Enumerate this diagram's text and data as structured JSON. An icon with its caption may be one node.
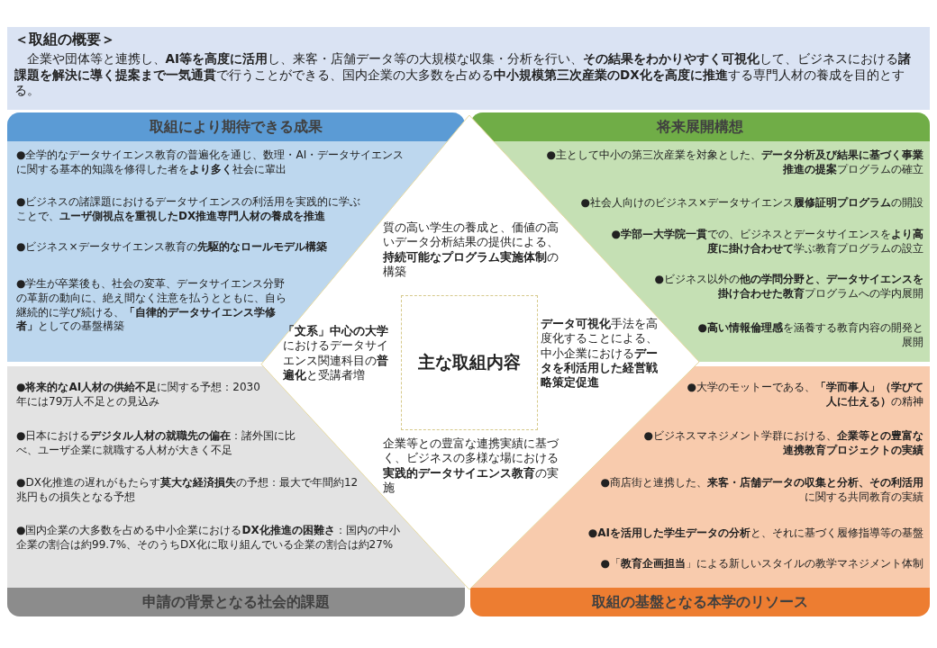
{
  "diagram": {
    "nodes": [
      {
        "text": [
          "＜取組の概要＞",
          "企業や団体等と連携し、**AI等を高度に活用**し、来客・店舗データ等の大規模な収集・分析を行い、**その結果をわかりやすく可視化**して、ビジネスにおける**諸課題を解決に導く提案まで一気通貫**で行うことができる、国内企業の大多数を占める**中小規模第三次産業のDX化を高度に推進**する専門人材の養成を目的とする。"
        ]
      },
      {
        "text": [
          "取組により期待できる成果",
          "●全学的なデータサイエンス教育の普遍化を通じ、数理・AI・データサイエンスに関する基本的知識を修得した者を**より多く**社会に輩出",
          "●ビジネスの諸課題におけるデータサイエンスの利活用を実践的に学ぶことで、**ユーザ側視点を重視したDX推進専門人材の養成を推進**",
          "●ビジネス×データサイエンス教育の**先駆的なロールモデル構築**",
          "●学生が卒業後も、社会の変革、データサイエンス分野の革新の動向に、絶え間なく注意を払うとともに、自ら継続的に学び続ける、**「自律的データサイエンス学修者」**としての基盤構築"
        ]
      },
      {
        "text": [
          "将来展開構想",
          "●主として中小の第三次産業を対象とした、**データ分析及び結果に基づく事業推進の提案**プログラムの確立",
          "●社会人向けのビジネス×データサイエンス**履修証明プログラム**の開設",
          "●**学部—大学院一貫**での、ビジネスとデータサイエンスを**より高度に掛け合わせて**学ぶ教育プログラムの設立",
          "●ビジネス以外の**他の学問分野と、データサイエンスを掛け合わせた教育**プログラムへの学内展開",
          "●**高い情報倫理感**を涵養する教育内容の開発と展開"
        ]
      },
      {
        "text": [
          "申請の背景となる社会的課題",
          "●**将来的なAI人材の供給不足**に関する予想：2030年には79万人不足との見込み",
          "●日本における**デジタル人材の就職先の偏在**：諸外国に比べ、ユーザ企業に就職する人材が大きく不足",
          "●DX化推進の遅れがもたらす**莫大な経済損失**の予想：最大で年間約12兆円もの損失となる予想",
          "●国内企業の大多数を占める中小企業における**DX化推進の困難さ**：国内の中小企業の割合は約99.7%、そのうちDX化に取り組んでいる企業の割合は約27%"
        ]
      },
      {
        "text": [
          "取組の基盤となる本学のリソース",
          "●大学のモットーである、**「学而事人」（学びて人に仕える）**の精神",
          "●ビジネスマネジメント学群における、**企業等との豊富な連携教育プロジェクトの実績**",
          "●商店街と連携した、**来客・店舗データの収集と分析、その利活用**に関する共同教育の実績",
          "●**AIを活用した学生データの分析**と、それに基づく履修指導等の基盤",
          "●「**教育企画担当**」による新しいスタイルの教学マネジメント体制"
        ]
      },
      {
        "text": [],
        "shape": "diamond"
      },
      {
        "text": [
          "質の高い学生の養成と、価値の高いデータ分析結果の提供による、**持続可能なプログラム実施体制**の構築"
        ],
        "in": 5
      },
      {
        "text": [
          "**「文系」中心の大学**におけるデータサイエンス関連科目の**普遍化**と受講者増"
        ],
        "in": 5
      },
      {
        "text": [
          "主な取組内容"
        ],
        "in": 5
      },
      {
        "text": [
          "**データ可視化**手法を高度化することによる、中小企業における**データを利活用した経営戦略策定促進**"
        ],
        "in": 5
      },
      {
        "text": [
          "企業等との豊富な連携実績に基づく、ビジネスの多様な場における**実践的データサイエンス教育**の実施"
        ],
        "in": 5
      }
    ]
  }
}
